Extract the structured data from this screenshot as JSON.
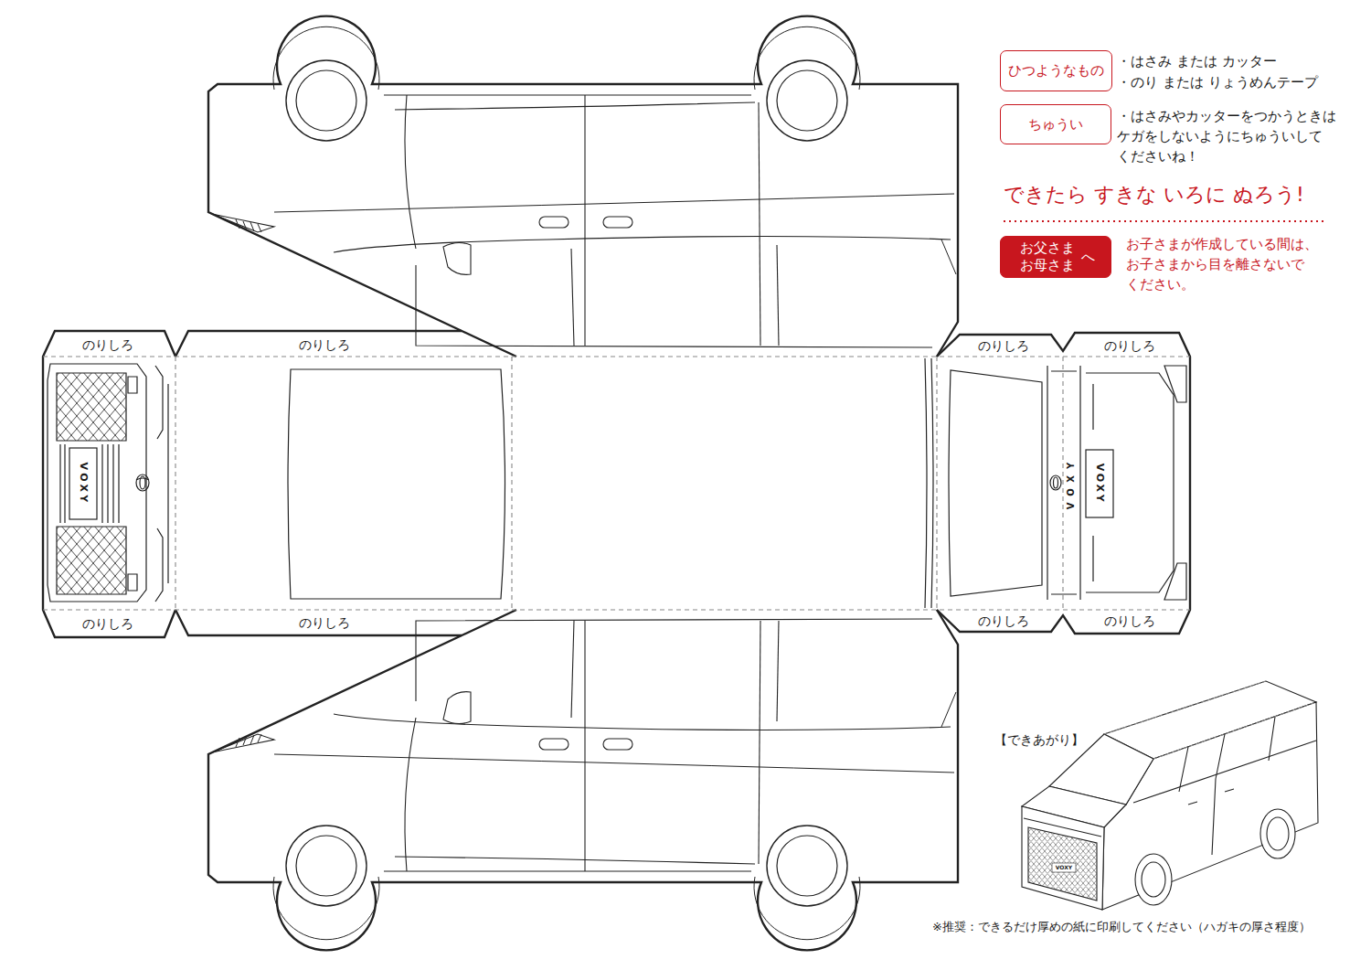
{
  "diagram": {
    "nodes": [
      {
        "text": [
          "ひつようなもの"
        ]
      },
      {
        "text": [
          "ちゅうい"
        ]
      },
      {
        "text": [
          "お父さま お母さま",
          "へ"
        ]
      }
    ],
    "labels": [
      "・はさみ または カッター",
      "・のり または りょうめんテープ",
      "・はさみやカッターをつかうときは ケガをしないようにちゅういして くださいね！",
      "できたら すきな いろに ぬろう!",
      "お子さまが作成している間は、 お子さまから目を離さないで ください。",
      "のりしろ",
      "のりしろ",
      "のりしろ",
      "のりしろ",
      "のりしろ",
      "のりしろ",
      "のりしろ",
      "のりしろ",
      "VOXY",
      "VOXY",
      "VOXY",
      "【できあがり】",
      "VOXY",
      "※推奨：できるだけ厚めの紙に印刷してください（ハガキの厚さ程度）"
    ]
  }
}
